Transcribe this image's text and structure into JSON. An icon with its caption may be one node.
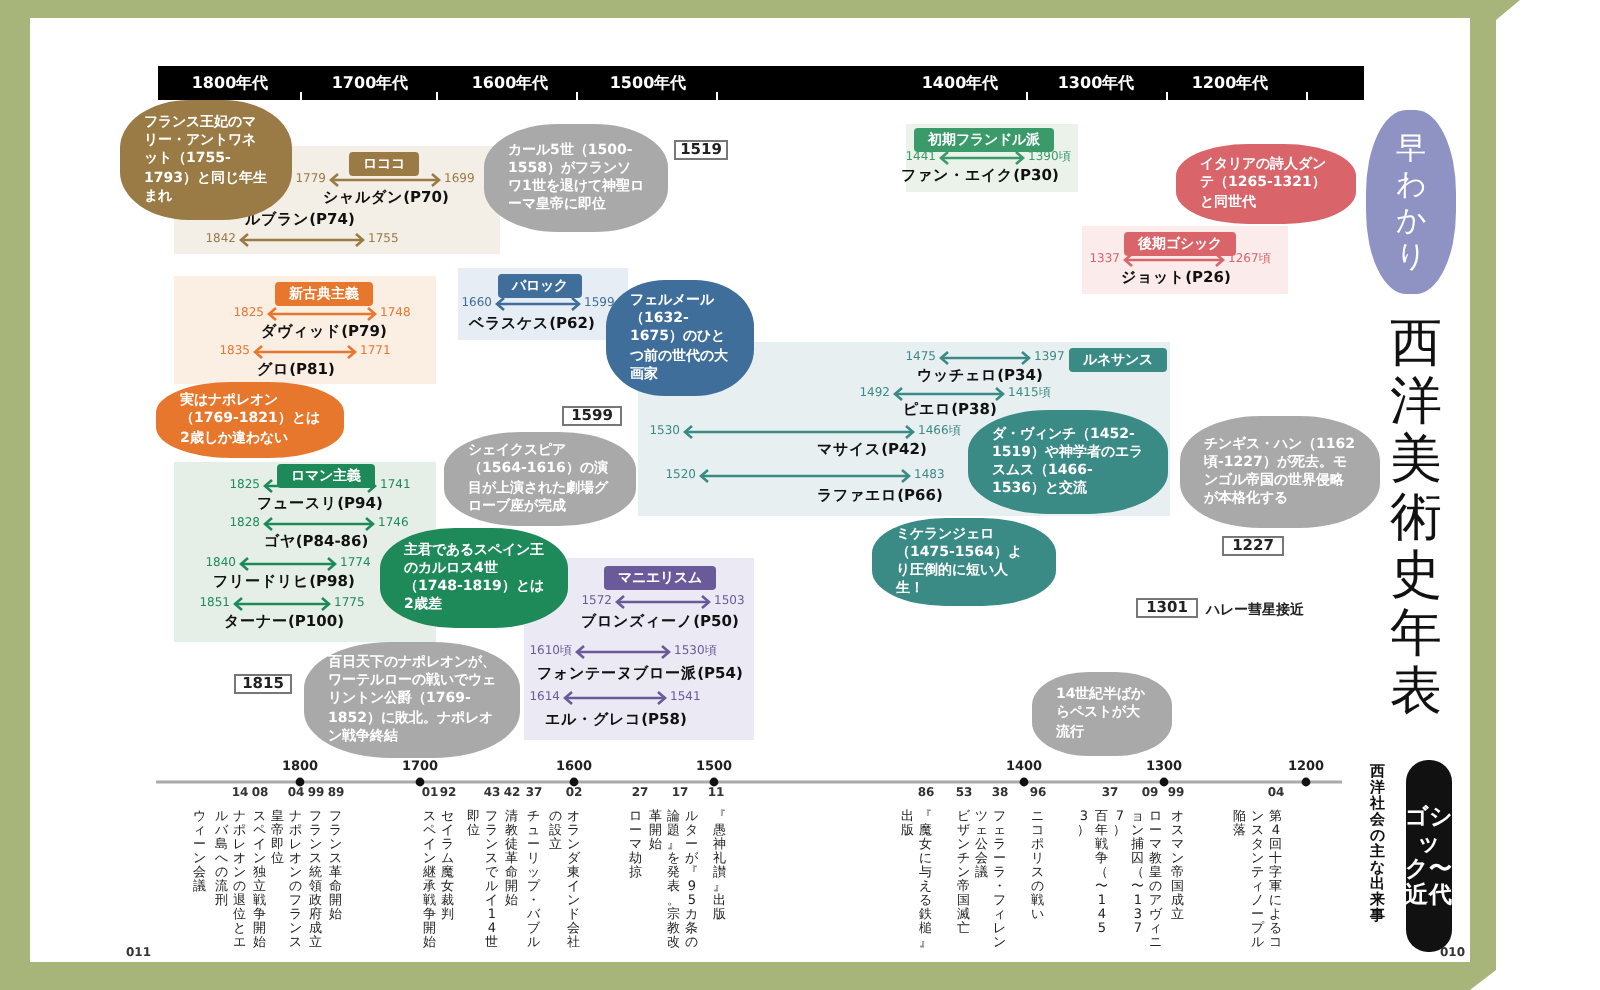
{
  "diagram": {
    "title": "西洋美術史年表",
    "nodes": [
      {
        "text": [
          "ロココ"
        ]
      },
      {
        "text": [
          "シャルダン(P70)"
        ],
        "in": 0
      },
      {
        "text": [
          "ルブラン(P74)"
        ],
        "in": 0
      },
      {
        "text": [
          "新古典主義"
        ]
      },
      {
        "text": [
          "ダヴィッド(P79)"
        ],
        "in": 3
      },
      {
        "text": [
          "グロ(P81)"
        ],
        "in": 3
      },
      {
        "text": [
          "ロマン主義"
        ]
      },
      {
        "text": [
          "フュースリ(P94)"
        ],
        "in": 6
      },
      {
        "text": [
          "ゴヤ(P84-86)"
        ],
        "in": 6
      },
      {
        "text": [
          "フリードリヒ(P98)"
        ],
        "in": 6
      },
      {
        "text": [
          "ターナー(P100)"
        ],
        "in": 6
      },
      {
        "text": [
          "バロック"
        ]
      },
      {
        "text": [
          "ベラスケス(P62)"
        ],
        "in": 11
      },
      {
        "text": [
          "ルネサンス"
        ]
      },
      {
        "text": [
          "ウッチェロ(P34)"
        ],
        "in": 13
      },
      {
        "text": [
          "ピエロ(P38)"
        ],
        "in": 13
      },
      {
        "text": [
          "マサイス(P42)"
        ],
        "in": 13
      },
      {
        "text": [
          "ラファエロ(P66)"
        ],
        "in": 13
      },
      {
        "text": [
          "マニエリスム"
        ]
      },
      {
        "text": [
          "ブロンズィーノ(P50)"
        ],
        "in": 18
      },
      {
        "text": [
          "フォンテーヌブロー派(P54)"
        ],
        "in": 18
      },
      {
        "text": [
          "エル・グレコ(P58)"
        ],
        "in": 18
      },
      {
        "text": [
          "初期フランドル派"
        ]
      },
      {
        "text": [
          "ファン・エイク(P30)"
        ],
        "in": 22
      },
      {
        "text": [
          "後期ゴシック"
        ]
      },
      {
        "text": [
          "ジョット(P26)"
        ],
        "in": 24
      },
      {
        "text": [
          "フランス王妃のマリー・アントワネット（1755-1793）と同じ年生まれ"
        ]
      },
      {
        "text": [
          "実はナポレオン（1769-1821）とは2歳しか違わない"
        ]
      },
      {
        "text": [
          "主君であるスペイン王のカルロス4世（1748-1819）とは2歳差"
        ]
      },
      {
        "text": [
          "フェルメール（1632-1675）のひとつ前の世代の大画家"
        ]
      },
      {
        "text": [
          "ダ・ヴィンチ（1452-1519）や神学者のエラスムス（1466-1536）と交流"
        ],
        "in": 13
      },
      {
        "text": [
          "ミケランジェロ（1475-1564）より圧倒的に短い人生！"
        ]
      },
      {
        "text": [
          "イタリアの詩人ダンテ（1265-1321）と同世代"
        ]
      },
      {
        "text": [
          "カール5世（1500-1558）がフランソワ1世を退けて神聖ローマ皇帝に即位"
        ]
      },
      {
        "text": [
          "シェイクスピア（1564-1616）の演目が上演された劇場グローブ座が完成"
        ]
      },
      {
        "text": [
          "百日天下のナポレオンが、ワーテルローの戦いでウェリントン公爵（1769-1852）に敗北。ナポレオン戦争終結"
        ]
      },
      {
        "text": [
          "チンギス・ハン（1162頃-1227）が死去。モンゴル帝国の世界侵略が本格化する"
        ]
      },
      {
        "text": [
          "14世紀半ばからペストが大流行"
        ]
      },
      {
        "text": [
          "1519"
        ]
      },
      {
        "text": [
          "1599"
        ]
      },
      {
        "text": [
          "1815"
        ]
      },
      {
        "text": [
          "1227"
        ]
      },
      {
        "text": [
          "1301"
        ],
        "beside": [
          "ハレー彗星接近"
        ]
      },
      {
        "text": [
          "早わかり"
        ]
      },
      {
        "text": [
          "ゴシック〜近代"
        ]
      }
    ],
    "labels": [
      "1800年代",
      "1700年代",
      "1600年代",
      "1500年代",
      "1400年代",
      "1300年代",
      "1200年代",
      "1800",
      "1700",
      "1600",
      "1500",
      "1400",
      "1300",
      "1200",
      "西洋社会の主な出来事",
      "14",
      "ナポレオンの退位とエルバ島への流刑",
      "ウィーン会議",
      "08",
      "スペイン独立戦争開始",
      "04",
      "ナポレオンのフランス皇帝即位",
      "99",
      "フランス統領政府成立",
      "89",
      "フランス革命開始",
      "01",
      "スペイン継承戦争開始",
      "92",
      "セイラム魔女裁判",
      "43",
      "フランスでルイ14世即位",
      "42",
      "清教徒革命開始",
      "37",
      "チューリップ・バブル",
      "02",
      "オランダ東インド会社の設立",
      "27",
      "ローマ劫掠",
      "17",
      "ルターが『95カ条の論題』を発表。宗教改革開始",
      "11",
      "『愚神礼讃』出版",
      "86",
      "『魔女に与える鉄槌』出版",
      "53",
      "ビザンチン帝国滅亡",
      "38",
      "フェラーラ・フィレンツェ公会議",
      "96",
      "ニコポリスの戦い",
      "37",
      "百年戦争（〜1453）",
      "09",
      "ローマ教皇のアヴィニョン捕囚（〜1377）",
      "99",
      "オスマン帝国成立",
      "04",
      "第4回十字軍によるコンスタンティノープル陥落",
      "011",
      "010",
      "1779",
      "1699",
      "1842",
      "1755",
      "1825",
      "1748",
      "1835",
      "1771",
      "1825",
      "1741",
      "1828",
      "1746",
      "1840",
      "1774",
      "1851",
      "1775",
      "1660",
      "1599",
      "1475",
      "1397",
      "1492",
      "1415頃",
      "1530",
      "1466頃",
      "1520",
      "1483",
      "1572",
      "1503",
      "1610頃",
      "1530頃",
      "1614",
      "1541",
      "1441",
      "1390頃",
      "1337",
      "1267頃"
    ]
  }
}
